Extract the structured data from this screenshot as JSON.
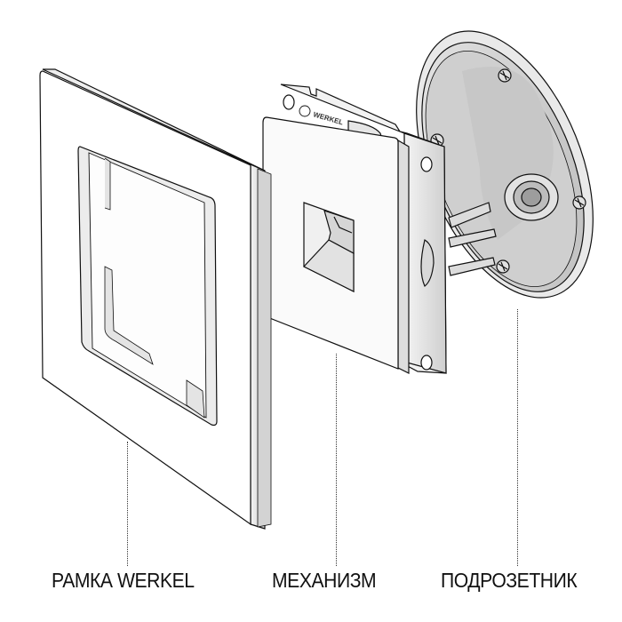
{
  "diagram": {
    "type": "exploded-view",
    "subject": "Wall socket assembly (data outlet) exploded into three components",
    "colors": {
      "background": "#ffffff",
      "line": "#111111",
      "shade_light": "#ececec",
      "shade_mid": "#d4d4d4",
      "shade_dark": "#b9b9b9",
      "label_text": "#111111"
    },
    "components": [
      {
        "id": "frame",
        "label": "РАМКА WERKEL",
        "description": "Square single-gang frame with inner opening"
      },
      {
        "id": "mechanism",
        "label": "МЕХАНИЗМ",
        "description": "Socket mechanism with square port and mounting plate",
        "brand_marking": "WERKEL"
      },
      {
        "id": "mounting-box",
        "label": "ПОДРОЗЕТНИК",
        "description": "Round flush mounting box with screws"
      }
    ]
  }
}
